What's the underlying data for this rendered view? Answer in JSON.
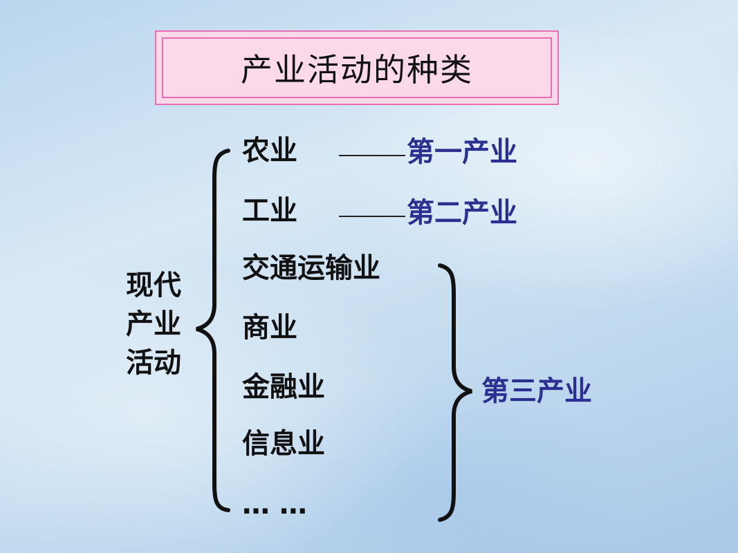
{
  "title": "产业活动的种类",
  "root_label": "现代产业活动",
  "items": [
    "农业",
    "工业",
    "交通运输业",
    "商业",
    "金融业",
    "信息业",
    "… …"
  ],
  "sectors": {
    "primary": "第一产业",
    "secondary": "第二产业",
    "tertiary": "第三产业"
  },
  "colors": {
    "title_border": "#ea6fb0",
    "title_fill": "#fbd9ea",
    "sector_text": "#2b2f8f"
  }
}
